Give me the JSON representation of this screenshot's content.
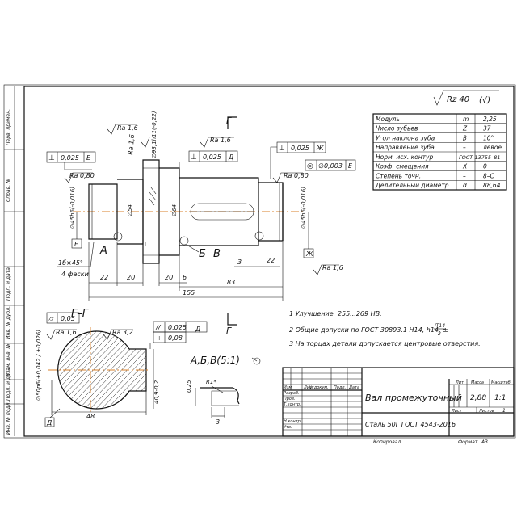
{
  "drawing_title": "Вал промежуточный",
  "material": "Сталь 50Г ГОСТ 4543-2016",
  "roughness_general": "Rz 40",
  "gear_table": [
    {
      "param": "Модуль",
      "symbol": "m",
      "value": "2,25"
    },
    {
      "param": "Число зубьев",
      "symbol": "Z",
      "value": "37"
    },
    {
      "param": "Угол наклона зуба",
      "symbol": "β",
      "value": "10°"
    },
    {
      "param": "Направление зуба",
      "symbol": "–",
      "value": "левое"
    },
    {
      "param": "Норм. исх. контур",
      "symbol": "ГОСТ 13755–81",
      "value": ""
    },
    {
      "param": "Коэф. смещения",
      "symbol": "X",
      "value": "0"
    },
    {
      "param": "Степень точн.",
      "symbol": "–",
      "value": "8–C"
    },
    {
      "param": "Делительный диаметр",
      "symbol": "d",
      "value": "88,64"
    }
  ],
  "notes": [
    "1 Улучшение: 255...269 HB.",
    "2 Общие допуски по ГОСТ 30893.1 H14, h14, ±",
    "3 На торцах детали допускается центровые отверстия."
  ],
  "note2_fraction": {
    "num": "IT14",
    "den": "2"
  },
  "tolerance_frames": {
    "perp_left": {
      "sym": "⊥",
      "val": "0,025",
      "base": "Е"
    },
    "perp_mid": {
      "sym": "⊥",
      "val": "0,025",
      "base": "Д"
    },
    "perp_right": {
      "sym": "⊥",
      "val": "0,025",
      "base": "Ж"
    },
    "runout": {
      "sym": "◎",
      "val": "∅0,003",
      "base": "Е"
    },
    "section_flat": {
      "sym": "⌭",
      "val": "0,05"
    },
    "section_par": {
      "sym": "//",
      "val": "0,025",
      "base": "Д"
    },
    "section_sym": {
      "sym": "÷",
      "val": "0,08"
    }
  },
  "roughness_marks": {
    "r1": "Ra 1,6",
    "r2": "Ra 1,6",
    "r3": "Ra 1,6",
    "r4": "Ra 0,80",
    "r5": "Ra 0,80",
    "r6": "Ra 1,6",
    "r7": "Ra 1,6",
    "r8": "Ra 3,2"
  },
  "diameters": {
    "d_left": "∅45h6(-0,016)",
    "d54": "∅54",
    "d93": "∅93,1h11(-0,22)",
    "d64": "∅64",
    "d_right": "∅45h6(-0,016)",
    "d_section": "∅50p6(+0,042 / +0,026)",
    "key_depth": "40,9-0,2"
  },
  "dimensions": {
    "l22a": "22",
    "l20a": "20",
    "l20b": "20",
    "l6": "6",
    "l83": "83",
    "l155": "155",
    "l3": "3",
    "l22b": "22",
    "l48": "48",
    "l3b": "3",
    "l025": "0,25"
  },
  "chamfer": "1б×45°",
  "chamfer_count": "4 фаски",
  "datums": {
    "e": "Е",
    "d": "Д",
    "zh": "Ж"
  },
  "views": {
    "a": "А",
    "b": "Б",
    "v": "В",
    "section_label": "Г–Г",
    "section_mark": "Г",
    "detail_label": "А,Б,В(5:1)",
    "detail_radius": "R1*"
  },
  "title_block": {
    "lit": "Лит.",
    "mass": "Масса",
    "scale": "Масштаб",
    "mass_val": "2,88",
    "scale_val": "1:1",
    "sheet": "Лист",
    "sheets": "Листов",
    "sheets_val": "1",
    "row_izm": "Изм",
    "row_list": "Лист",
    "row_doc": "№ докум.",
    "row_sign": "Подп.",
    "row_date": "Дата",
    "razrab": "Разраб.",
    "prov": "Пров.",
    "tkontr": "Т.контр.",
    "nkontr": "Н.контр.",
    "utv": "Утв.",
    "copied": "Копировал",
    "format": "Формат",
    "format_val": "А3"
  },
  "side_stamps": [
    "Перв. примен.",
    "Справ. №",
    "Подп. и дата",
    "Инв. № дубл.",
    "Взам. инв. №",
    "Подп. и дата",
    "Инв. № подл."
  ]
}
